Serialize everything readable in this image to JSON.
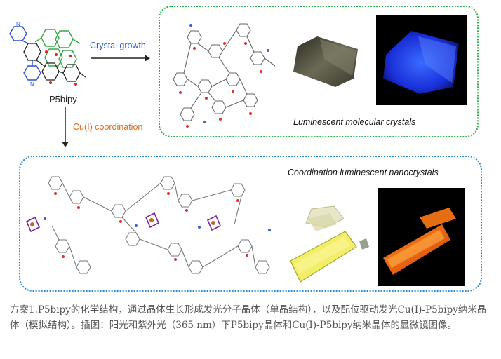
{
  "molecule": {
    "name": "P5bipy"
  },
  "arrows": {
    "crystal_growth": "Crystal growth",
    "cu_coordination": "Cu(I) coordination"
  },
  "panels": {
    "molecular_title": "Luminescent molecular crystals",
    "nano_title": "Coordination luminescent nanocrystals"
  },
  "caption": "方案1.P5bipy的化学结构，通过晶体生长形成发光分子晶体（单晶结构），以及配位驱动发光Cu(I)-P5bipy纳米晶体（模拟结构）。插图：阳光和紫外光（365 nm）下P5bipy晶体和Cu(I)-P5bipy纳米晶体的显微镜图像。",
  "colors": {
    "green_border": "#2bb04a",
    "blue_border": "#2a8ad8",
    "crystal_growth_text": "#2a5bd8",
    "cu_text": "#e06a1a"
  }
}
